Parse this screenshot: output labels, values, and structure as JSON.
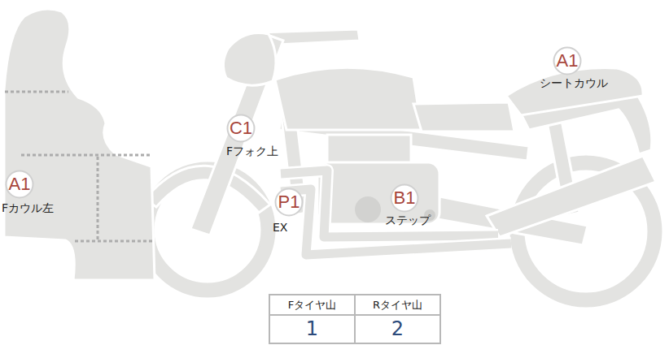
{
  "diagram": {
    "nodes": [
      {
        "text": [
          "A1",
          "シートカウル"
        ]
      },
      {
        "text": [
          "C1",
          "Fフォク上"
        ]
      },
      {
        "text": [
          "A1",
          "Fカウル左"
        ]
      },
      {
        "text": [
          "P1",
          "EX"
        ]
      },
      {
        "text": [
          "B1",
          "ステップ"
        ]
      }
    ],
    "labels": [
      "Fタイヤ山",
      "Rタイヤ山",
      "1",
      "2"
    ]
  }
}
